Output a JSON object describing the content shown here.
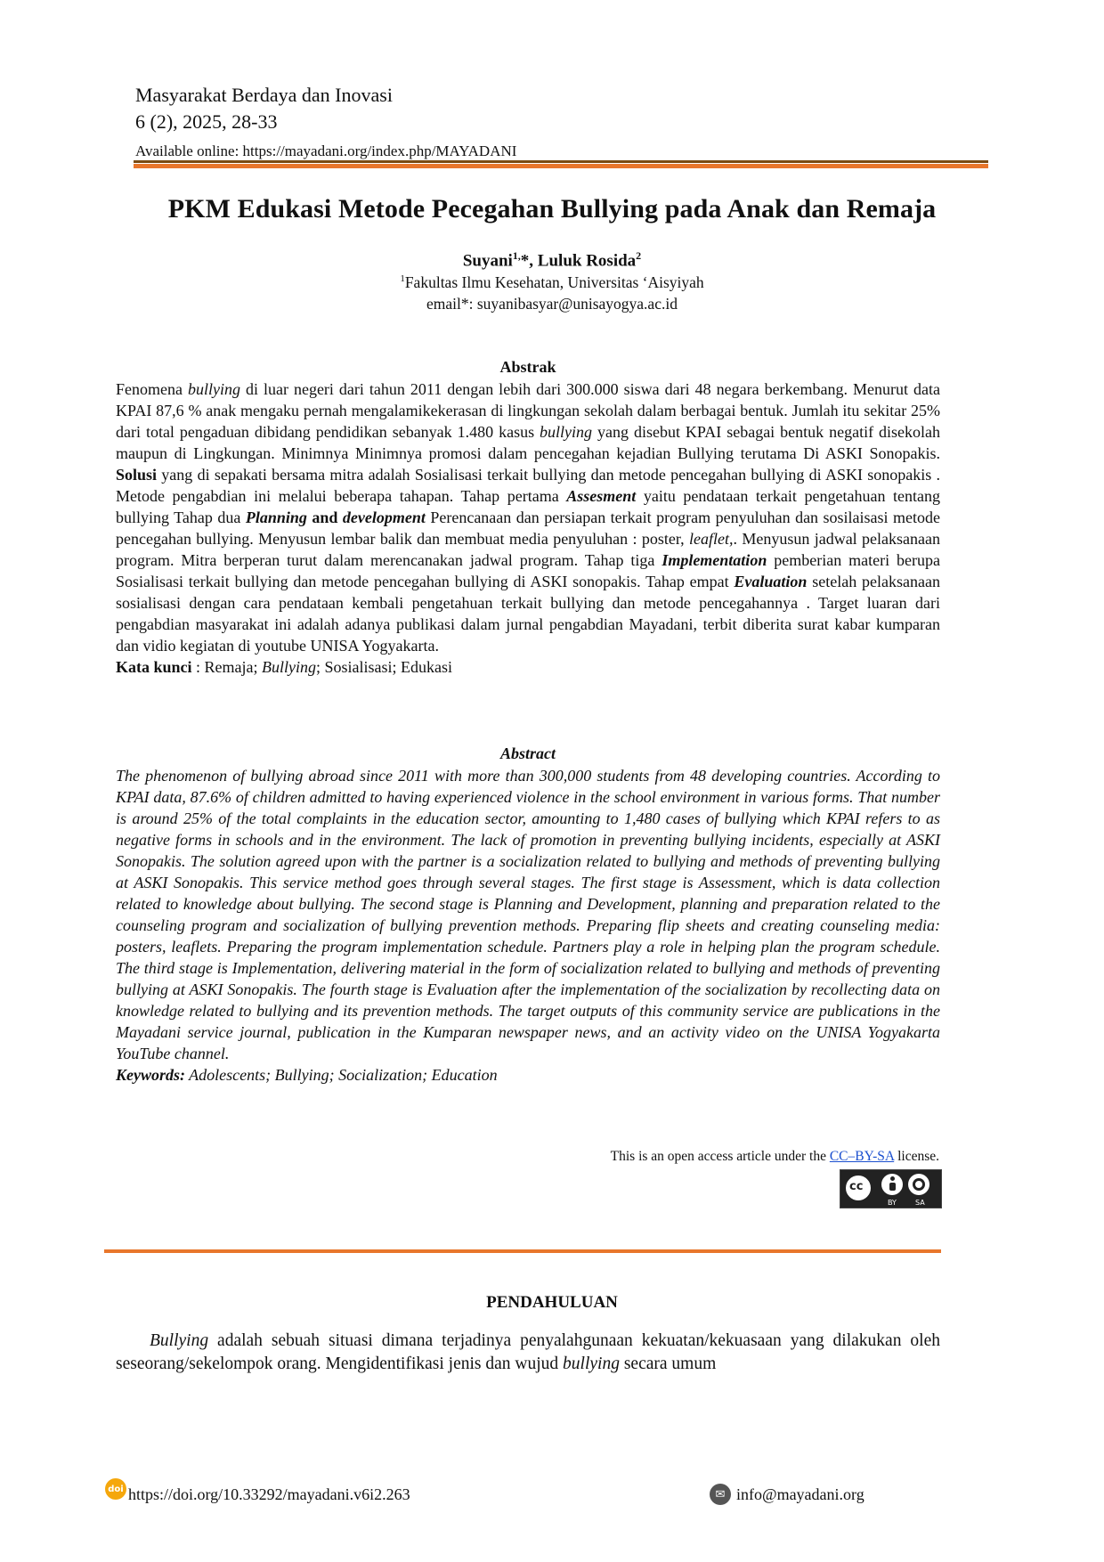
{
  "journal": {
    "name": "Masyarakat Berdaya dan Inovasi",
    "issue": "6 (2), 2025, 28-33",
    "available_online": "Available online: https://mayadani.org/index.php/MAYADANI"
  },
  "title": "PKM Edukasi Metode Pecegahan Bullying pada Anak dan Remaja",
  "authors": {
    "author1": "Suyani",
    "author1_sup": "1,",
    "separator": "*, ",
    "author2": "Luluk Rosida",
    "author2_sup": "2",
    "affiliation_sup": "1",
    "affiliation": "Fakultas Ilmu Kesehatan, Universitas ‘Aisyiyah",
    "email": "email*: suyanibasyar@unisayogya.ac.id"
  },
  "abstrak": {
    "heading": "Abstrak",
    "p1": "Fenomena ",
    "p2": "bullying",
    "p3": " di luar negeri dari tahun 2011 dengan lebih dari 300.000 siswa dari 48 negara  berkembang. Menurut data KPAI 87,6 % anak mengaku pernah mengalamikekerasan di lingkungan sekolah dalam berbagai bentuk. Jumlah itu sekitar 25% dari total pengaduan dibidang pendidikan sebanyak 1.480 kasus ",
    "p4": "bullying",
    "p5": " yang disebut KPAI sebagai bentuk negatif disekolah maupun di Lingkungan. Minimnya Minimnya promosi dalam pencegahan kejadian Bullying terutama Di ASKI Sonopakis. ",
    "p6": "Solusi",
    "p7": " yang di sepakati bersama mitra adalah Sosialisasi terkait bullying dan metode pencegahan bullying di ASKI sonopakis . Metode pengabdian ini melalui beberapa tahapan. Tahap pertama ",
    "p8": "Assesment",
    "p9": " yaitu pendataan terkait pengetahuan tentang bullying Tahap dua ",
    "p10": "Planning",
    "p11": " and ",
    "p12": "development",
    "p13": " Perencanaan dan persiapan terkait program penyuluhan dan sosilaisasi metode pencegahan bullying. Menyusun lembar balik dan membuat media penyuluhan : poster, ",
    "p14": "leaflet,",
    "p15": ". Menyusun jadwal pelaksanaan program. Mitra berperan turut dalam merencanakan jadwal program. Tahap tiga ",
    "p16": "Implementation",
    "p17": " pemberian materi berupa Sosialisasi terkait bullying dan metode pencegahan bullying di ASKI sonopakis. Tahap empat ",
    "p18": "Evaluation",
    "p19": " setelah pelaksanaan sosialisasi dengan cara pendataan kembali pengetahuan terkait bullying dan metode pencegahannya . Target luaran dari pengabdian masyarakat ini adalah adanya publikasi dalam jurnal pengabdian Mayadani, terbit diberita surat kabar kumparan dan vidio kegiatan di youtube UNISA Yogyakarta.",
    "kw_label": "Kata kunci",
    "kw1": " : Remaja; ",
    "kw2": "Bullying",
    "kw3": "; Sosialisasi; Edukasi"
  },
  "abstract": {
    "heading": "Abstract",
    "text": "The phenomenon of bullying abroad since 2011 with more than 300,000 students from 48 developing countries. According to KPAI data, 87.6% of children admitted to having experienced violence in the school environment in various forms. That number is around 25% of the total complaints in the education sector, amounting to 1,480 cases of bullying which KPAI refers to as negative forms in schools and in the environment. The lack of promotion in preventing bullying incidents, especially at ASKI Sonopakis. The solution agreed upon with the partner is a socialization related to bullying and methods of preventing bullying at ASKI Sonopakis. This service method goes through several stages. The first stage is Assessment, which is data collection related to knowledge about bullying. The second stage is Planning and Development, planning and preparation related to the counseling program and socialization of bullying prevention methods. Preparing flip sheets and creating counseling media: posters, leaflets. Preparing the program implementation schedule. Partners play a role in helping plan the program schedule. The third stage is Implementation, delivering material in the form of socialization related to bullying and methods of preventing bullying at ASKI Sonopakis. The fourth stage is Evaluation after the implementation of the socialization by recollecting data on knowledge related to bullying and its prevention methods. The target outputs of this community service are publications in the Mayadani service journal, publication in the Kumparan newspaper news, and an activity video on the UNISA Yogyakarta YouTube channel.",
    "kw_label": "Keywords:",
    "kw_text": " Adolescents; Bullying; Socialization; Education"
  },
  "license": {
    "prefix": "This is an open access article under the ",
    "link": "CC–BY-SA",
    "suffix": " license.",
    "badge_cc": "cc",
    "badge_by_label": "BY",
    "badge_sa_label": "SA"
  },
  "pendahuluan": {
    "heading": "PENDAHULUAN",
    "t1": "Bullying",
    "t2": " adalah sebuah situasi dimana terjadinya penyalahgunaan kekuatan/kekuasaan yang dilakukan oleh seseorang/sekelompok orang. Mengidentifikasi jenis dan wujud ",
    "t3": "bullying",
    "t4": " secara umum"
  },
  "footer": {
    "doi_icon": "doi",
    "doi": "https://doi.org/10.33292/mayadani.v6i2.263",
    "email": "info@mayadani.org"
  },
  "colors": {
    "accent_orange": "#e8762b",
    "rule_brown": "#7a4b12",
    "link_blue": "#1a4fcf"
  }
}
